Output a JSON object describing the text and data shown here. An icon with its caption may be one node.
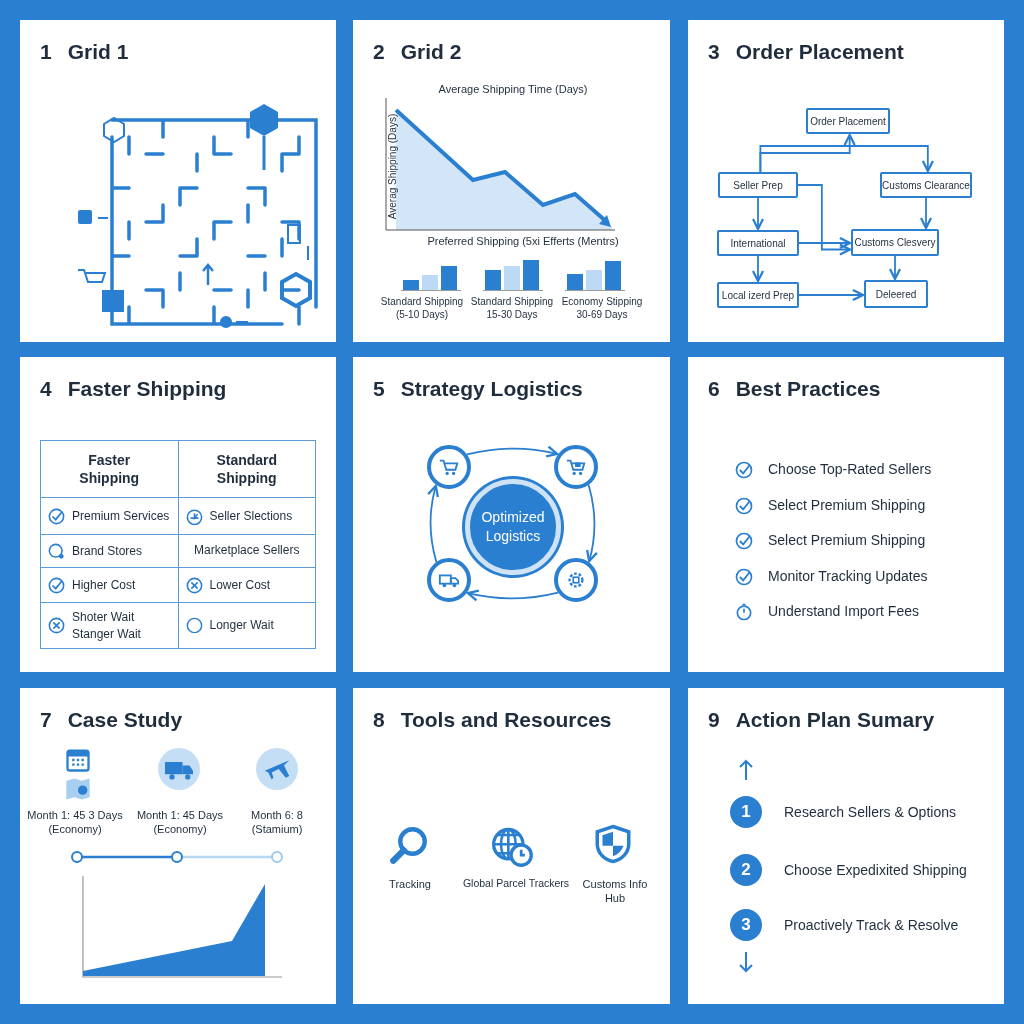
{
  "diagram": {
    "nodes": [
      {
        "text": [
          "1",
          "Grid 1"
        ]
      },
      {
        "text": [
          "2",
          "Grid 2"
        ]
      },
      {
        "text": [
          "3",
          "Order Placement"
        ]
      },
      {
        "text": [
          "Order Placement"
        ],
        "in": 2
      },
      {
        "text": [
          "Seller Prep"
        ],
        "in": 2
      },
      {
        "text": [
          "Customs Clearance"
        ],
        "in": 2
      },
      {
        "text": [
          "International"
        ],
        "in": 2
      },
      {
        "text": [
          "Customs Clesvery"
        ],
        "in": 2
      },
      {
        "text": [
          "Local izerd Prep"
        ],
        "in": 2
      },
      {
        "text": [
          "Deleered"
        ],
        "in": 2
      },
      {
        "text": [
          "4",
          "Faster Shipping"
        ]
      },
      {
        "text": [
          "5",
          "Strategy Logistics"
        ]
      },
      {
        "text": [],
        "shape": "circle",
        "in": 11
      },
      {
        "text": [],
        "shape": "circle",
        "in": 11
      },
      {
        "text": [
          "Optimized Logistics"
        ],
        "in": 11
      },
      {
        "text": [],
        "shape": "circle",
        "in": 11
      },
      {
        "text": [],
        "shape": "circle",
        "in": 11
      },
      {
        "text": [
          "6",
          "Best Practices"
        ]
      },
      {
        "text": [
          "7",
          "Case Study"
        ]
      },
      {
        "text": [
          "8",
          "Tools and Resources"
        ]
      },
      {
        "text": [
          "9",
          "Action Plan Sumary"
        ]
      },
      {
        "text": [
          "1"
        ],
        "in": 20,
        "beside": [
          "Research Sellers & Options"
        ]
      },
      {
        "text": [
          "2"
        ],
        "in": 20,
        "beside": [
          "Choose Expedixited Shipping"
        ]
      },
      {
        "text": [
          "3"
        ],
        "in": 20,
        "beside": [
          "Proactively Track & Resolve"
        ]
      }
    ],
    "edges": [
      {
        "from": 4,
        "to": 3,
        "arrow": "to"
      },
      {
        "from": 4,
        "to": 5,
        "arrow": "to"
      },
      {
        "from": 4,
        "to": 6,
        "arrow": "to"
      },
      {
        "from": 6,
        "to": 8,
        "arrow": "to"
      },
      {
        "from": 5,
        "to": 7,
        "arrow": "to"
      },
      {
        "from": 7,
        "to": 9,
        "arrow": "to"
      },
      {
        "from": 8,
        "to": 9,
        "arrow": "to"
      },
      {
        "from": 6,
        "to": 7,
        "arrow": "to"
      },
      {
        "from": 4,
        "to": 7,
        "arrow": "to"
      },
      {
        "from": 12,
        "to": 13,
        "arrow": "to"
      },
      {
        "from": 13,
        "to": 16,
        "arrow": "to"
      },
      {
        "from": 16,
        "to": 15,
        "arrow": "to"
      },
      {
        "from": 15,
        "to": 12,
        "arrow": "to"
      }
    ],
    "labels": [
      "Average Shipping Time (Days)",
      "Averag Shipping (Days)",
      "Preferred Shipping (5xi Efferts (Mentrs)",
      "Standard Shipping (5-10 Days)",
      "Standard Shipping 15-30 Days",
      "Economy Stipping 30-69 Days",
      "Faster Shipping",
      "Standard Shipping",
      "Premium Services",
      "Seller Slections",
      "Brand Stores",
      "Marketplace Sellers",
      "Higher Cost",
      "Lower Cost",
      "Shoter Wait Stanger Wait",
      "Longer Wait",
      "Choose Top-Rated Sellers",
      "Select Premium Shipping",
      "Select Premium Shipping",
      "Monitor Tracking Updates",
      "Understand Import Fees",
      "Month 1: 45 3 Days (Economy)",
      "Month 1: 45 Days (Economy)",
      "Month 6: 8 (Stamium)",
      "Tracking",
      "Global Parcel Trackers",
      "Customs Info Hub"
    ]
  }
}
